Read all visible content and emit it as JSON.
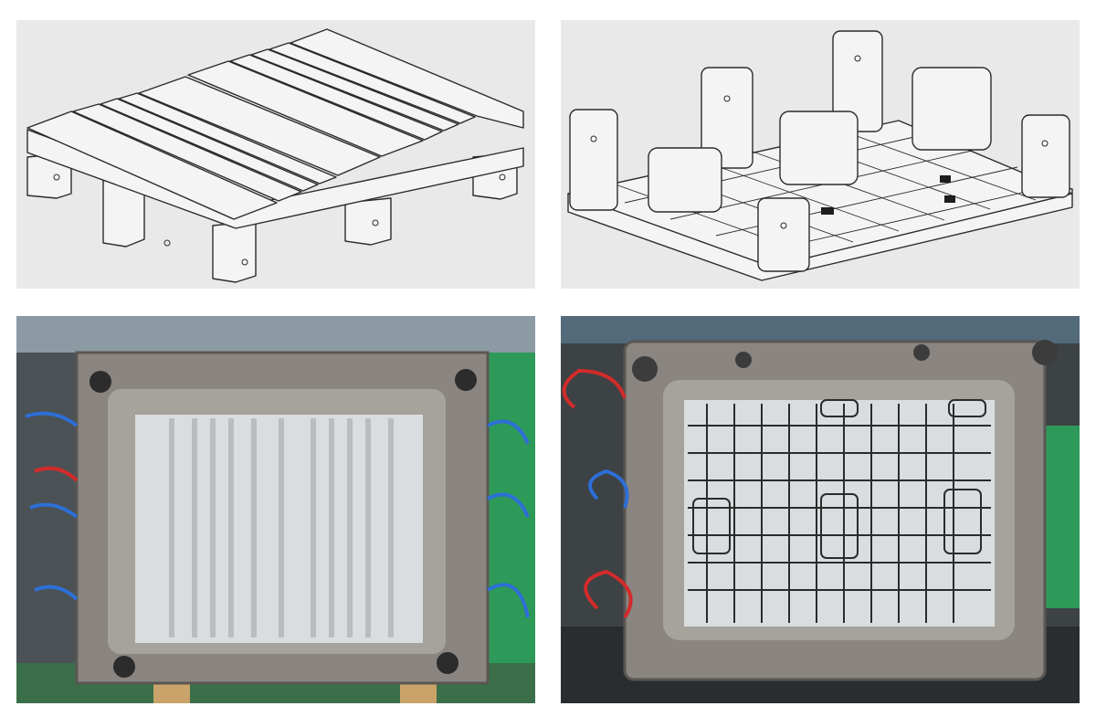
{
  "panels": [
    {
      "name": "pallet-top-cad-render",
      "kind": "line drawing"
    },
    {
      "name": "pallet-bottom-cad-render",
      "kind": "line drawing"
    },
    {
      "name": "mold-top-photo",
      "kind": "photograph"
    },
    {
      "name": "mold-bottom-photo",
      "kind": "photograph"
    }
  ],
  "colors": {
    "cad_background": "#e9e9e9",
    "cad_line": "#2b2b2b",
    "mold_steel": "#8a8580",
    "mold_cavity": "#d9dde0",
    "hose_blue": "#2d6fd6",
    "hose_red": "#d22b2b",
    "factory_green": "#2e9a5a"
  }
}
